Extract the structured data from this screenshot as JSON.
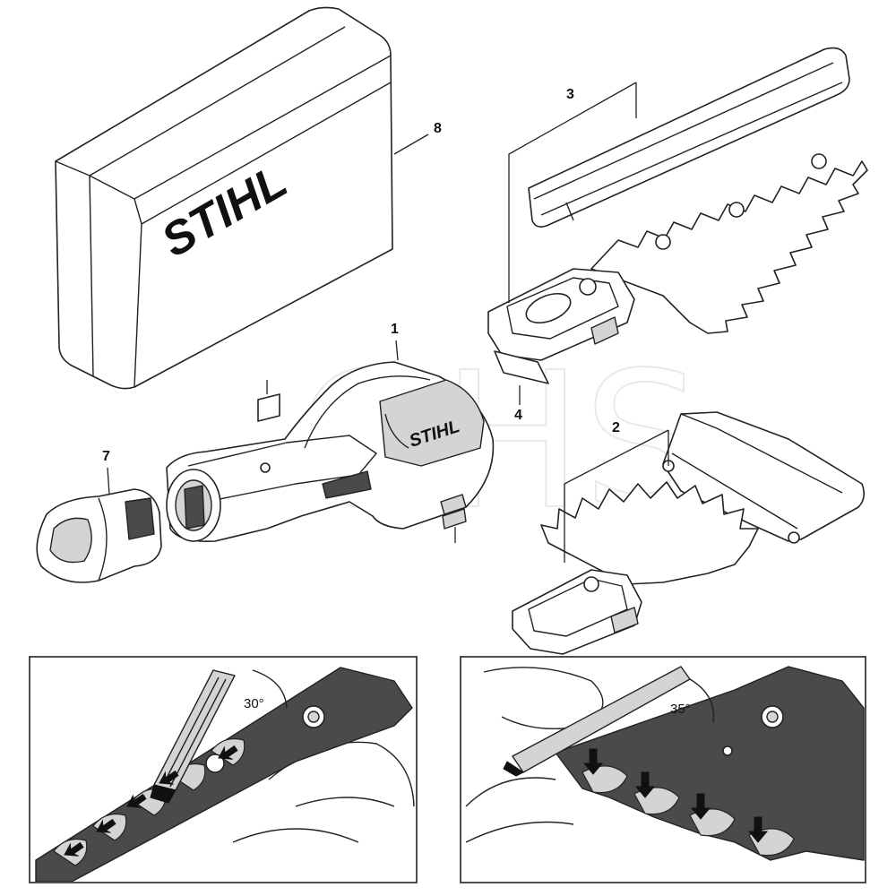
{
  "brand": {
    "logo_text": "STIHL",
    "watermark": "GHS"
  },
  "callouts": [
    {
      "id": "1",
      "label": "1"
    },
    {
      "id": "2",
      "label": "2"
    },
    {
      "id": "3",
      "label": "3"
    },
    {
      "id": "4",
      "label": "4"
    },
    {
      "id": "7",
      "label": "7"
    },
    {
      "id": "8",
      "label": "8"
    }
  ],
  "sharpening_panels": [
    {
      "id": "hedge-blade",
      "angle_label": "30°"
    },
    {
      "id": "shrub-blade",
      "angle_label": "35°"
    }
  ],
  "colors": {
    "line": "#222222",
    "fill_grey": "#d4d4d4",
    "blade_dark": "#4a4a4a",
    "arrow": "#111111"
  },
  "icons": [
    "arrow-icon"
  ]
}
